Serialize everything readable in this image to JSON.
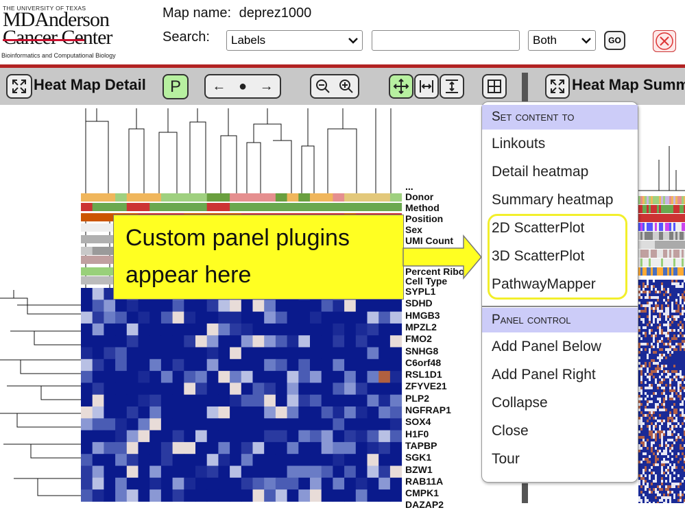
{
  "header": {
    "logo_top": "THE UNIVERSITY OF TEXAS",
    "logo_line1": "MDAnderson",
    "logo_line2": "Cancer Center",
    "logo_bottom": "Bioinformatics and Computational Biology",
    "map_name_label": "Map name:",
    "map_name_value": "deprez1000",
    "search_label": "Search:",
    "search_type_selected": "Labels",
    "search_value": "",
    "search_axis_selected": "Both",
    "go_label": "GO"
  },
  "toolbar": {
    "detail_title": "Heat Map Detail",
    "p_label": "P",
    "summary_title": "Heat Map Summary"
  },
  "column_labels": {
    "ellipsis": "...",
    "covariates": [
      "Donor",
      "Method",
      "Position",
      "Sex",
      "UMI Count",
      "Percent Ribo",
      "Cell Type"
    ]
  },
  "row_labels": [
    "SYPL1",
    "SDHD",
    "HMGB3",
    "MPZL2",
    "FMO2",
    "SNHG8",
    "C6orf48",
    "RSL1D1",
    "ZFYVE21",
    "PLP2",
    "NGFRAP1",
    "SOX4",
    "H1F0",
    "TAPBP",
    "SGK1",
    "BZW1",
    "RAB11A",
    "CMPK1",
    "DAZAP2"
  ],
  "callout": {
    "line1": "Custom panel plugins",
    "line2": "appear here"
  },
  "menu": {
    "header1": "Set content to",
    "content_items": [
      "Linkouts",
      "Detail heatmap",
      "Summary heatmap",
      "2D ScatterPlot",
      "3D ScatterPlot",
      "PathwayMapper"
    ],
    "header2": "Panel control",
    "control_items": [
      "Add Panel Below",
      "Add Panel Right",
      "Collapse",
      "Close",
      "Tour"
    ]
  },
  "colors": {
    "accent_red": "#b22222",
    "toolbar_bg": "#c8c8c8",
    "active_button": "#b7f0a0",
    "menu_header": "#ccccf8",
    "callout": "#ffff22",
    "heat_low": "#0a1a8c",
    "heat_high": "#c0392b"
  },
  "icons": [
    "expand-icon",
    "arrow-left-icon",
    "dot-icon",
    "arrow-right-icon",
    "zoom-out-icon",
    "zoom-in-icon",
    "move-icon",
    "horizontal-resize-icon",
    "vertical-resize-icon",
    "grid-icon",
    "close-icon"
  ]
}
